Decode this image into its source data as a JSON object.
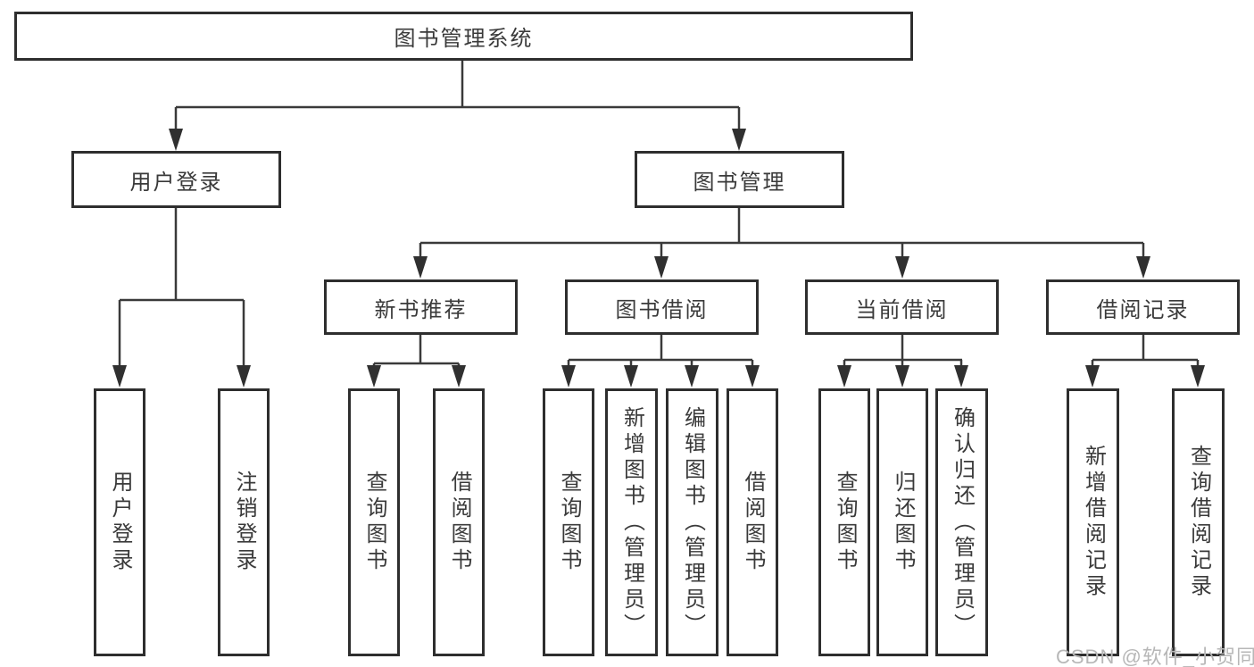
{
  "diagram": {
    "root": {
      "label": "图书管理系统"
    },
    "branches": [
      {
        "label": "用户登录",
        "children": [
          {
            "label": "用户登录"
          },
          {
            "label": "注销登录"
          }
        ]
      },
      {
        "label": "图书管理",
        "children": [
          {
            "label": "新书推荐",
            "children": [
              {
                "label": "查询图书"
              },
              {
                "label": "借阅图书"
              }
            ]
          },
          {
            "label": "图书借阅",
            "children": [
              {
                "label": "查询图书"
              },
              {
                "label": "新增图书（管理员）"
              },
              {
                "label": "编辑图书（管理员）"
              },
              {
                "label": "借阅图书"
              }
            ]
          },
          {
            "label": "当前借阅",
            "children": [
              {
                "label": "查询图书"
              },
              {
                "label": "归还图书"
              },
              {
                "label": "确认归还（管理员）"
              }
            ]
          },
          {
            "label": "借阅记录",
            "children": [
              {
                "label": "新增借阅记录"
              },
              {
                "label": "查询借阅记录"
              }
            ]
          }
        ]
      }
    ],
    "watermark": "CSDN @软件_小贺同学",
    "colors": {
      "line": "#3a3a3a",
      "arrowhead": "#303030",
      "box_border": "#2e2e2e",
      "text": "#3a3a3a",
      "watermark": "#b7b7b7"
    }
  }
}
